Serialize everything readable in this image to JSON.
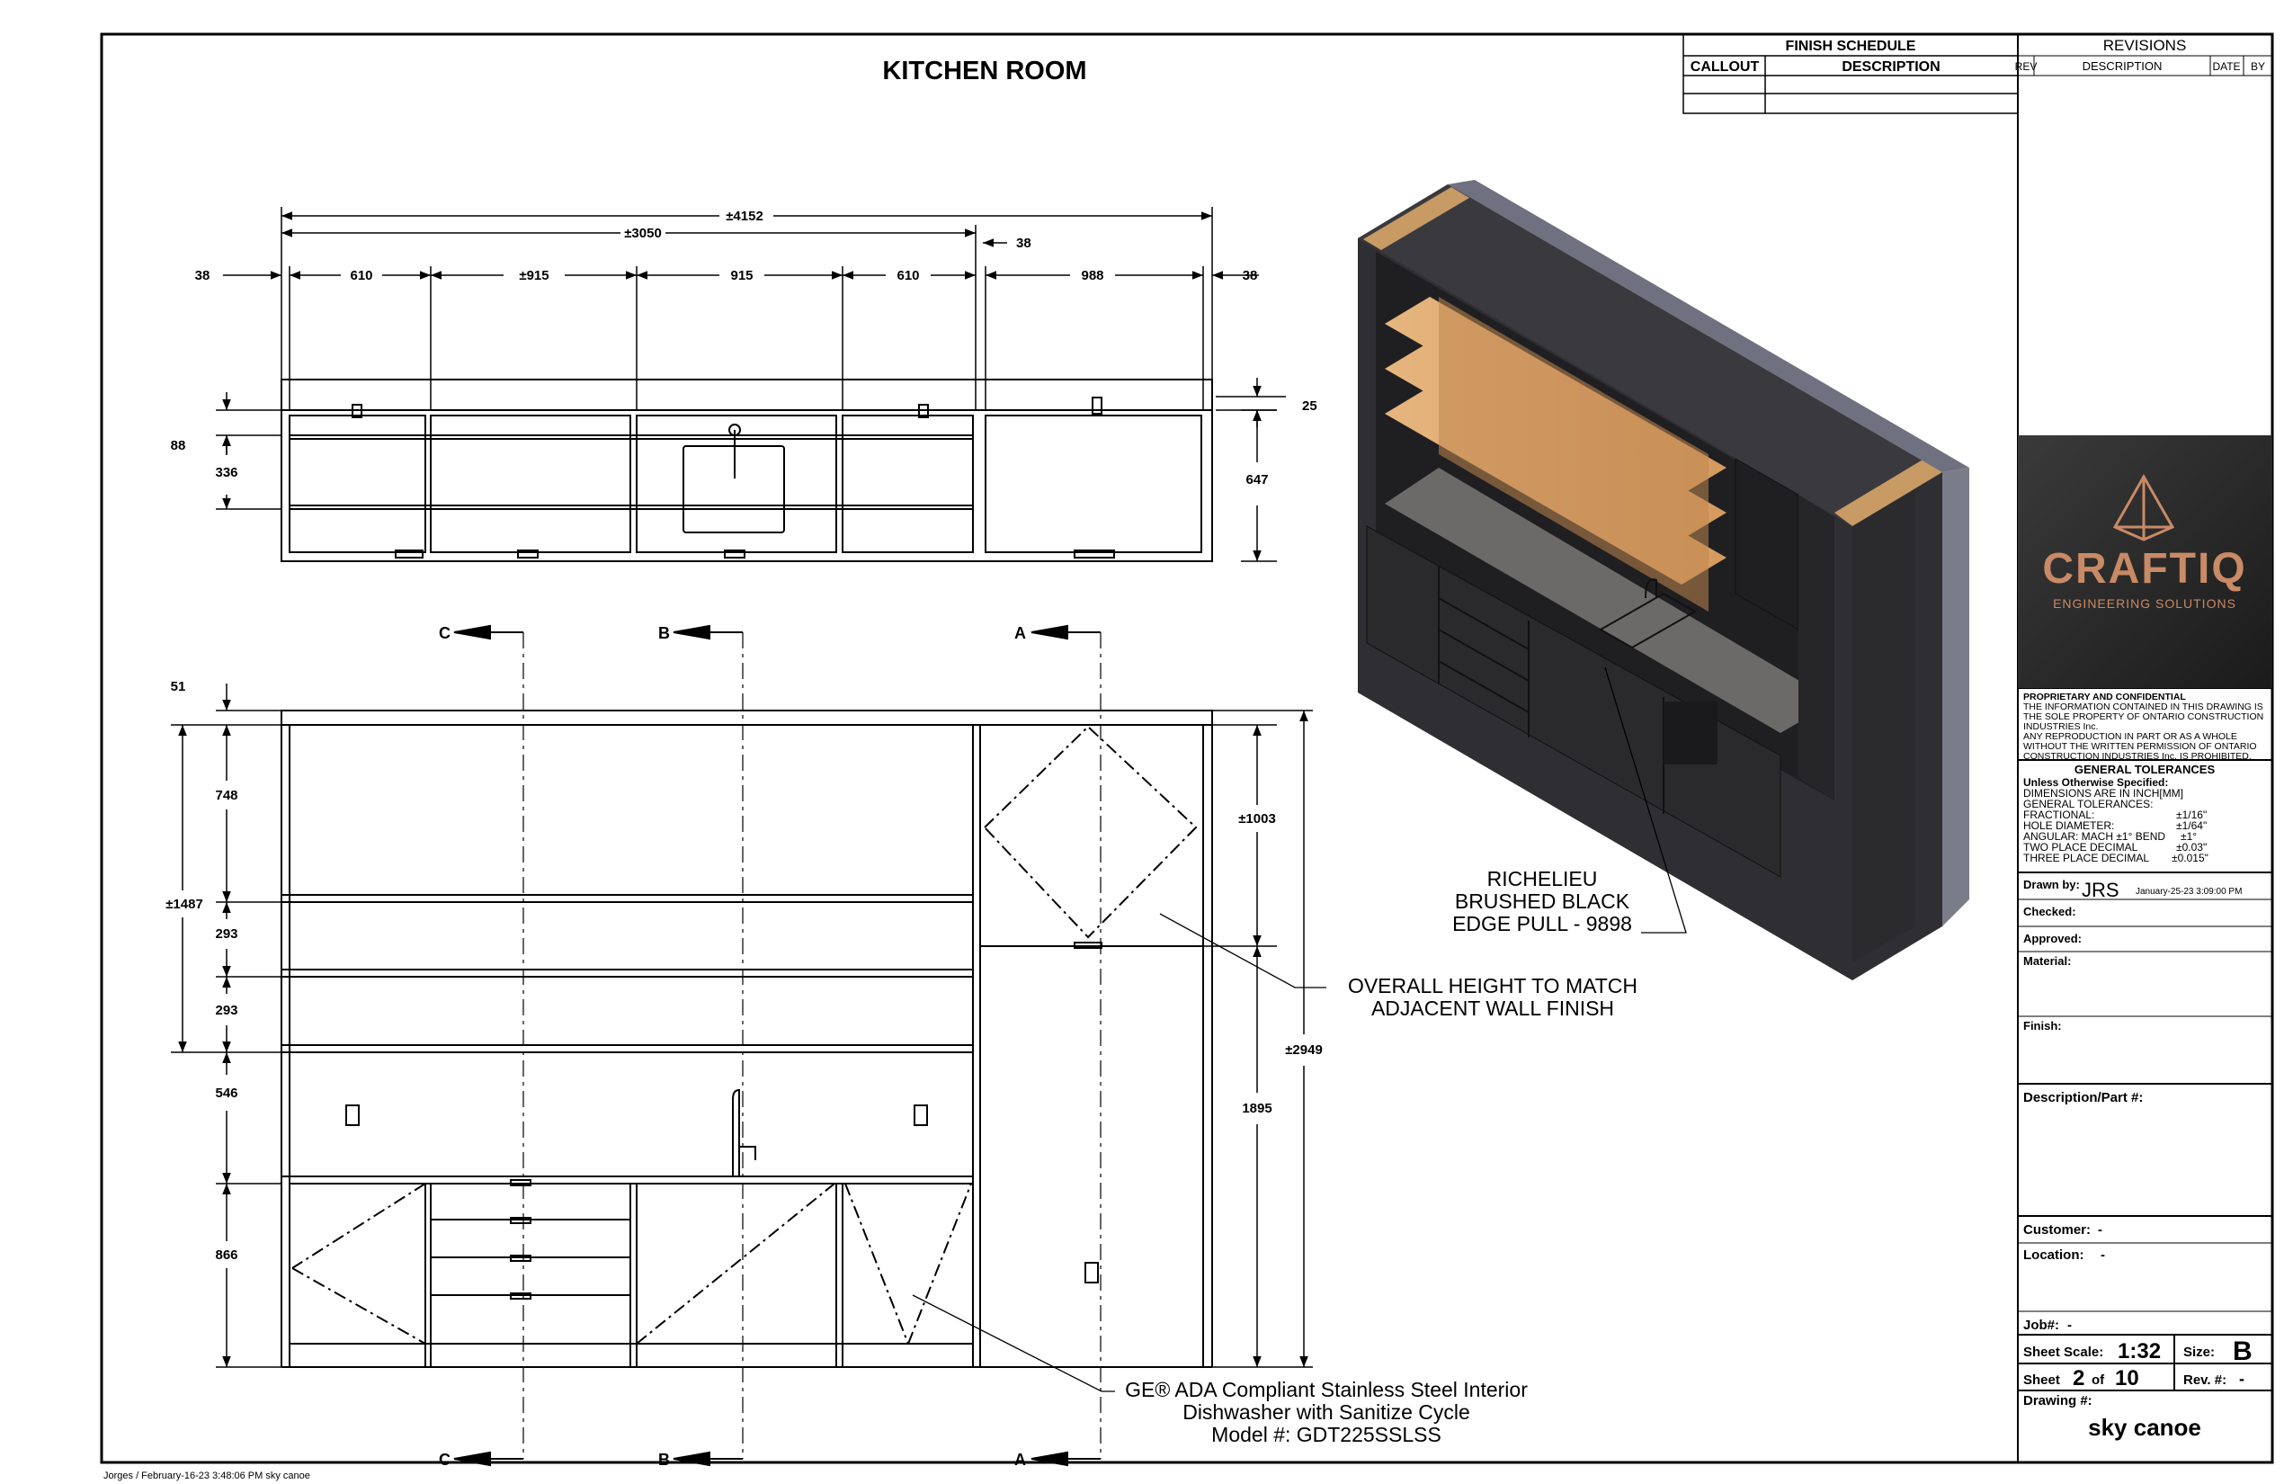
{
  "drawing": {
    "title": "KITCHEN ROOM",
    "plan_dims": {
      "overall": "±4152",
      "run": "±3050",
      "gap": "38",
      "left": "38",
      "right": "38",
      "segments": [
        "610",
        "±915",
        "915",
        "610",
        "988"
      ],
      "top_thick": "25",
      "left_small": "88",
      "left_mid": "336",
      "right_h": "647"
    },
    "elev_dims": {
      "top": "51",
      "upper": "748",
      "shelf1": "293",
      "shelf2": "293",
      "backsplash": "546",
      "base": "866",
      "left_total": "±1487",
      "tall_upper": "±1003",
      "tall_lower": "1895",
      "overall_h": "±2949"
    },
    "section_markers": [
      "C",
      "B",
      "A"
    ],
    "notes": {
      "pull": [
        "RICHELIEU",
        "BRUSHED BLACK",
        "EDGE PULL - 9898"
      ],
      "height": [
        "OVERALL HEIGHT TO MATCH",
        "ADJACENT WALL FINISH"
      ],
      "dishwasher": [
        "GE® ADA Compliant Stainless Steel Interior",
        "Dishwasher with Sanitize Cycle",
        "Model #: GDT225SSLSS"
      ]
    },
    "footer": "Jorges / February-16-23 3:48:06 PM  sky canoe"
  },
  "finish_schedule": {
    "title": "FINISH SCHEDULE",
    "col_callout": "CALLOUT",
    "col_description": "DESCRIPTION"
  },
  "revisions": {
    "title": "REVISIONS",
    "col_rev": "REV",
    "col_description": "DESCRIPTION",
    "col_date": "DATE",
    "col_by": "BY"
  },
  "logo": {
    "name": "CRAFTIQ",
    "tagline": "ENGINEERING SOLUTIONS",
    "bg": "#2a2a2a",
    "accent": "#c98a66"
  },
  "title_block": {
    "proprietary": [
      "PROPRIETARY AND CONFIDENTIAL",
      "THE INFORMATION CONTAINED IN THIS DRAWING IS",
      "THE SOLE PROPERTY OF ONTARIO CONSTRUCTION",
      "INDUSTRIES Inc.",
      "ANY REPRODUCTION IN PART OR AS A WHOLE",
      "WITHOUT THE WRITTEN PERMISSION OF ONTARIO",
      "CONSTRUCTION INDUSTRIES Inc. IS PROHIBITED."
    ],
    "tolerances_title": "GENERAL TOLERANCES",
    "tolerances_sub": "Unless Otherwise Specified:",
    "tolerance_lines": [
      [
        "DIMENSIONS ARE IN INCH[MM]",
        ""
      ],
      [
        "GENERAL TOLERANCES:",
        ""
      ],
      [
        "FRACTIONAL:",
        "±1/16\""
      ],
      [
        "HOLE DIAMETER:",
        "±1/64\""
      ],
      [
        "ANGULAR: MACH ±1° BEND",
        "±1°"
      ],
      [
        "TWO PLACE DECIMAL",
        "±0.03\""
      ],
      [
        "THREE PLACE DECIMAL",
        "±0.015\""
      ]
    ],
    "drawn_by_label": "Drawn by:",
    "drawn_by": "JRS",
    "drawn_date": "January-25-23 3:09:00 PM",
    "checked_label": "Checked:",
    "approved_label": "Approved:",
    "material_label": "Material:",
    "finish_label": "Finish:",
    "description_label": "Description/Part #:",
    "customer_label": "Customer:",
    "customer": "-",
    "location_label": "Location:",
    "location": "-",
    "job_label": "Job#:",
    "job": "-",
    "scale_label": "Sheet Scale:",
    "scale": "1:32",
    "size_label": "Size:",
    "size": "B",
    "sheet_label": "Sheet",
    "sheet_no": "2",
    "of_label": "of",
    "sheet_total": "10",
    "rev_label": "Rev. #:",
    "rev": "-",
    "drawing_no_label": "Drawing #:",
    "drawing_no": "sky canoe"
  }
}
